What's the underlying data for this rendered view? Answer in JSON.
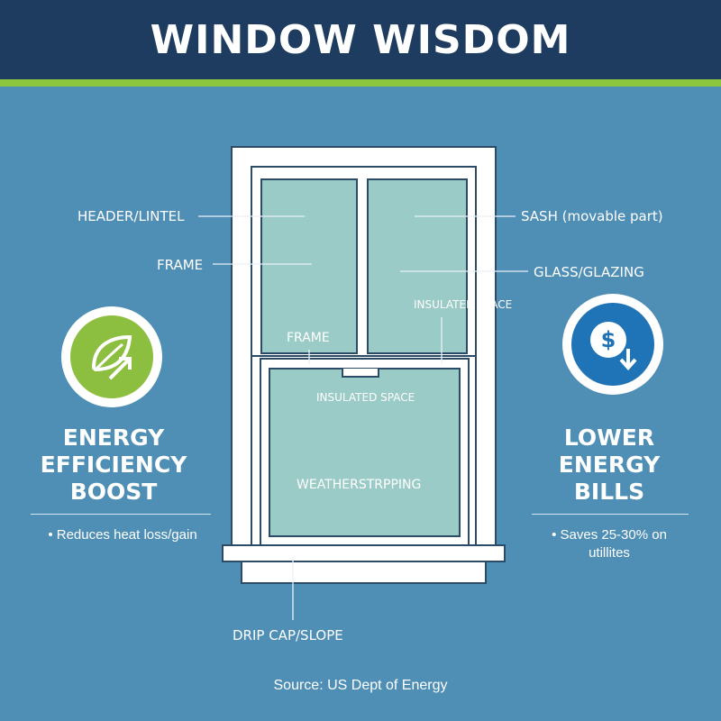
{
  "header": {
    "title": "WINDOW WISDOM"
  },
  "labels": {
    "header_lintel": "HEADER/LINTEL",
    "frame_left": "FRAME",
    "sash": "SASH (movable part)",
    "glass": "GLASS/GLAZING",
    "insulated_top": "INSULATED SPACE",
    "frame_mid": "FRAME",
    "insulated_inner": "INSULATED SPACE",
    "weatherstripping": "WEATHERSTRPPING",
    "drip_cap": "DRIP CAP/SLOPE"
  },
  "left_panel": {
    "title_lines": [
      "ENERGY",
      "EFFICIENCY",
      "BOOST"
    ],
    "bullet": "Reduces heat loss/gain",
    "icon": "leaf-arrow-up-icon",
    "icon_color": "#8cbf3f"
  },
  "right_panel": {
    "title_lines": [
      "LOWER",
      "ENERGY",
      "BILLS"
    ],
    "bullet": "Saves 25-30% on utillites",
    "icon": "dollar-arrow-down-icon",
    "icon_color": "#1f73b7"
  },
  "source": "Source: US Dept of Energy",
  "colors": {
    "background": "#4f8fb5",
    "header": "#1e3c5f",
    "accent": "#8cc63f",
    "glass": "#9bcbc6",
    "frame_line": "#2c4b66"
  }
}
